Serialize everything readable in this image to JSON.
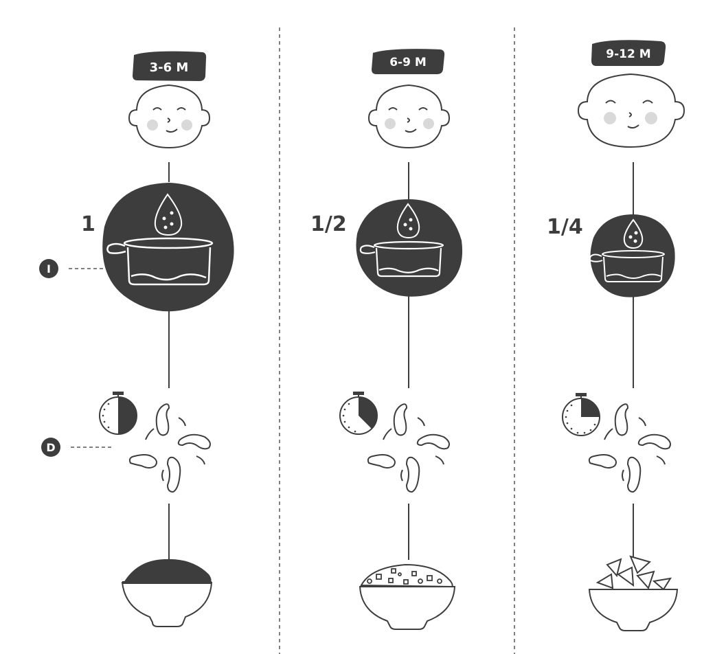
{
  "colors": {
    "ink": "#3d3d3d",
    "cheek": "#d9d9d9",
    "paper": "#ffffff"
  },
  "columns": [
    {
      "age": "3-6 M",
      "ratio": "1",
      "timer_fraction": 0.5
    },
    {
      "age": "6-9 M",
      "ratio": "1/2",
      "timer_fraction": 0.375
    },
    {
      "age": "9-12 M",
      "ratio": "1/4",
      "timer_fraction": 0.25
    }
  ],
  "legend": {
    "i_marker": "I",
    "d_marker": "D"
  },
  "icons": [
    "baby-face-icon",
    "water-drop-icon",
    "cooking-pot-icon",
    "stopwatch-icon",
    "beans-icon",
    "puree-bowl-icon"
  ]
}
